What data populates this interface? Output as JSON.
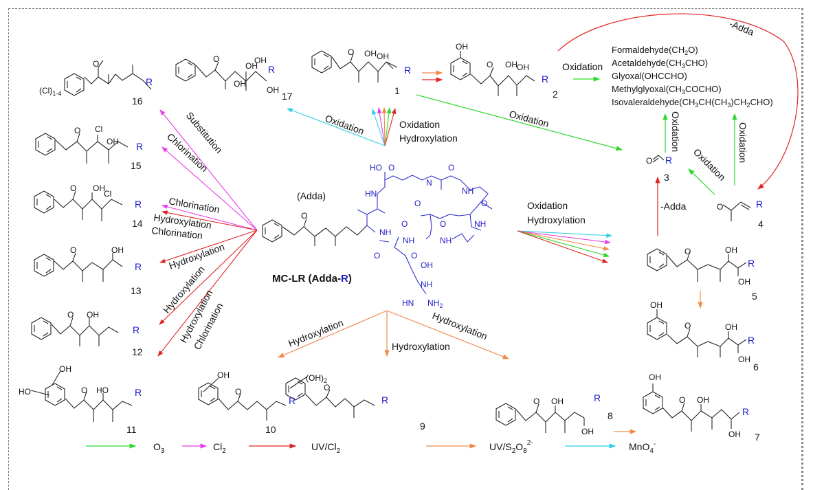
{
  "colors": {
    "O3": "#2bd92b",
    "Cl2": "#e83ce8",
    "UV_Cl2": "#e02424",
    "UV_S2O8": "#f08a4b",
    "MnO4": "#2ad0e8",
    "R_group": "#1a1acc",
    "peptide": "#2020c8"
  },
  "center": {
    "compound_title": "MC-LR (Adda-",
    "compound_title_R": "R",
    "compound_title_end": ")",
    "adda_label": "(Adda)"
  },
  "compounds": [
    {
      "id": "1",
      "label": "1"
    },
    {
      "id": "2",
      "label": "2"
    },
    {
      "id": "3",
      "label": "3"
    },
    {
      "id": "4",
      "label": "4"
    },
    {
      "id": "5",
      "label": "5"
    },
    {
      "id": "6",
      "label": "6"
    },
    {
      "id": "7",
      "label": "7"
    },
    {
      "id": "8",
      "label": "8"
    },
    {
      "id": "9",
      "label": "9"
    },
    {
      "id": "10",
      "label": "10"
    },
    {
      "id": "11",
      "label": "11"
    },
    {
      "id": "12",
      "label": "12"
    },
    {
      "id": "13",
      "label": "13"
    },
    {
      "id": "14",
      "label": "14"
    },
    {
      "id": "15",
      "label": "15"
    },
    {
      "id": "16",
      "label": "16"
    },
    {
      "id": "17",
      "label": "17"
    }
  ],
  "reactions": {
    "oxidation": "Oxidation",
    "hydroxylation": "Hydroxylation",
    "chlorination": "Chlorination",
    "substitution": "Substitution",
    "minus_adda": "-Adda"
  },
  "products_list": [
    {
      "name": "Formaldehyde(CH",
      "sub1": "2",
      "rest": "O)"
    },
    {
      "name": "Acetaldehyde(CH",
      "sub1": "3",
      "rest": "CHO)"
    },
    {
      "name": "Glyoxal(OHCCHO)",
      "sub1": "",
      "rest": ""
    },
    {
      "name": "Methylglyoxal(CH",
      "sub1": "3",
      "rest": "COCHO)"
    },
    {
      "name": "Isovaleraldehyde(CH",
      "sub1": "3",
      "mid": "CH(CH",
      "sub2": "3",
      "mid2": ")CH",
      "sub3": "2",
      "rest": "CHO)"
    }
  ],
  "legend": [
    {
      "key": "O3",
      "label": "O",
      "sub": "3",
      "sup": ""
    },
    {
      "key": "Cl2",
      "label": "Cl",
      "sub": "2",
      "sup": ""
    },
    {
      "key": "UV_Cl2",
      "label": "UV/Cl",
      "sub": "2",
      "sup": ""
    },
    {
      "key": "UV_S2O8",
      "label": "UV/S",
      "sub": "2",
      "mid": "O",
      "sub2": "8",
      "sup": "2-"
    },
    {
      "key": "MnO4",
      "label": "MnO",
      "sub": "4",
      "sup": "-"
    }
  ],
  "atoms": {
    "O": "O",
    "OH": "OH",
    "HO": "HO",
    "Cl": "Cl",
    "R": "R",
    "NH": "NH",
    "HN": "HN",
    "NH2": "NH",
    "N": "N",
    "Cl_n": "(Cl)",
    "Cl_n_sub": "1-4",
    "OH2": "(OH)",
    "OH2_sub": "2"
  }
}
